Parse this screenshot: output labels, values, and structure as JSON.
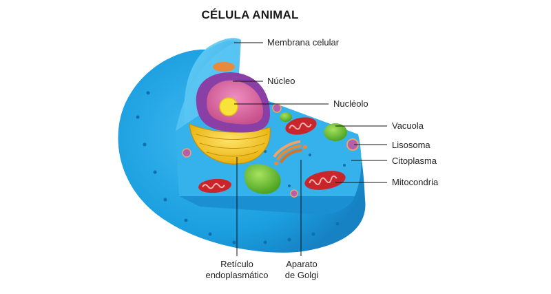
{
  "title": "CÉLULA ANIMAL",
  "labels": {
    "membrana": "Membrana celular",
    "nucleo": "Núcleo",
    "nucleolo": "Nucléolo",
    "vacuola": "Vacuola",
    "lisosoma": "Lisosoma",
    "citoplasma": "Citoplasma",
    "mitocondria": "Mitocondria",
    "reticulo_line1": "Retículo",
    "reticulo_line2": "endoplasmático",
    "golgi_line1": "Aparato",
    "golgi_line2": "de Golgi"
  },
  "colors": {
    "membrane_outer": "#1ea6e6",
    "membrane_light": "#63ccf5",
    "cytoplasm": "#2aa8e8",
    "nucleus_inner": "#d8649c",
    "nucleus_shell": "#8a3fa6",
    "nucleolus": "#f7e33a",
    "er": "#f2c81e",
    "mitochondria": "#c9262b",
    "vacuole": "#6fc23a",
    "golgi": "#e88a3a",
    "line": "#111111"
  }
}
